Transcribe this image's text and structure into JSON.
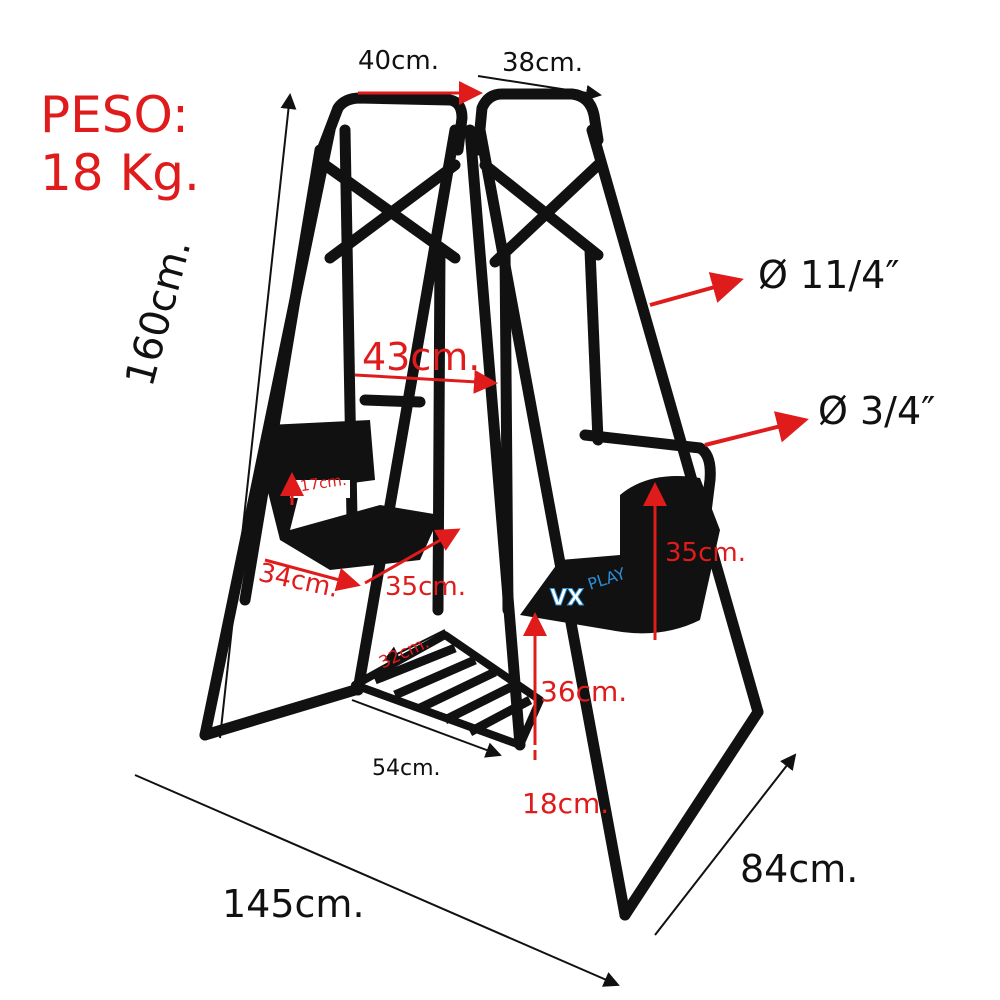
{
  "weight": {
    "line1": "PESO:",
    "line2": "18 Kg."
  },
  "dimensions": {
    "top_left_width": "40cm.",
    "top_right_width": "38cm.",
    "height": "160cm.",
    "seat_spacing": "43cm.",
    "tube_large": "Ø 11/4″",
    "tube_small": "Ø 3/4″",
    "backrest_height": "17cm.",
    "seat_depth": "34cm.",
    "seat_width": "35cm.",
    "right_seat_back": "35cm.",
    "platform_depth": "32cm.",
    "platform_height": "36cm.",
    "platform_width": "54cm.",
    "ground_clearance": "18cm.",
    "base_length": "145cm.",
    "base_depth": "84cm."
  },
  "logo": {
    "brand": "VX PLAY"
  },
  "colors": {
    "annotation": "#e01b1b",
    "frame": "#111111",
    "logo_blue": "#2a8fd6"
  }
}
